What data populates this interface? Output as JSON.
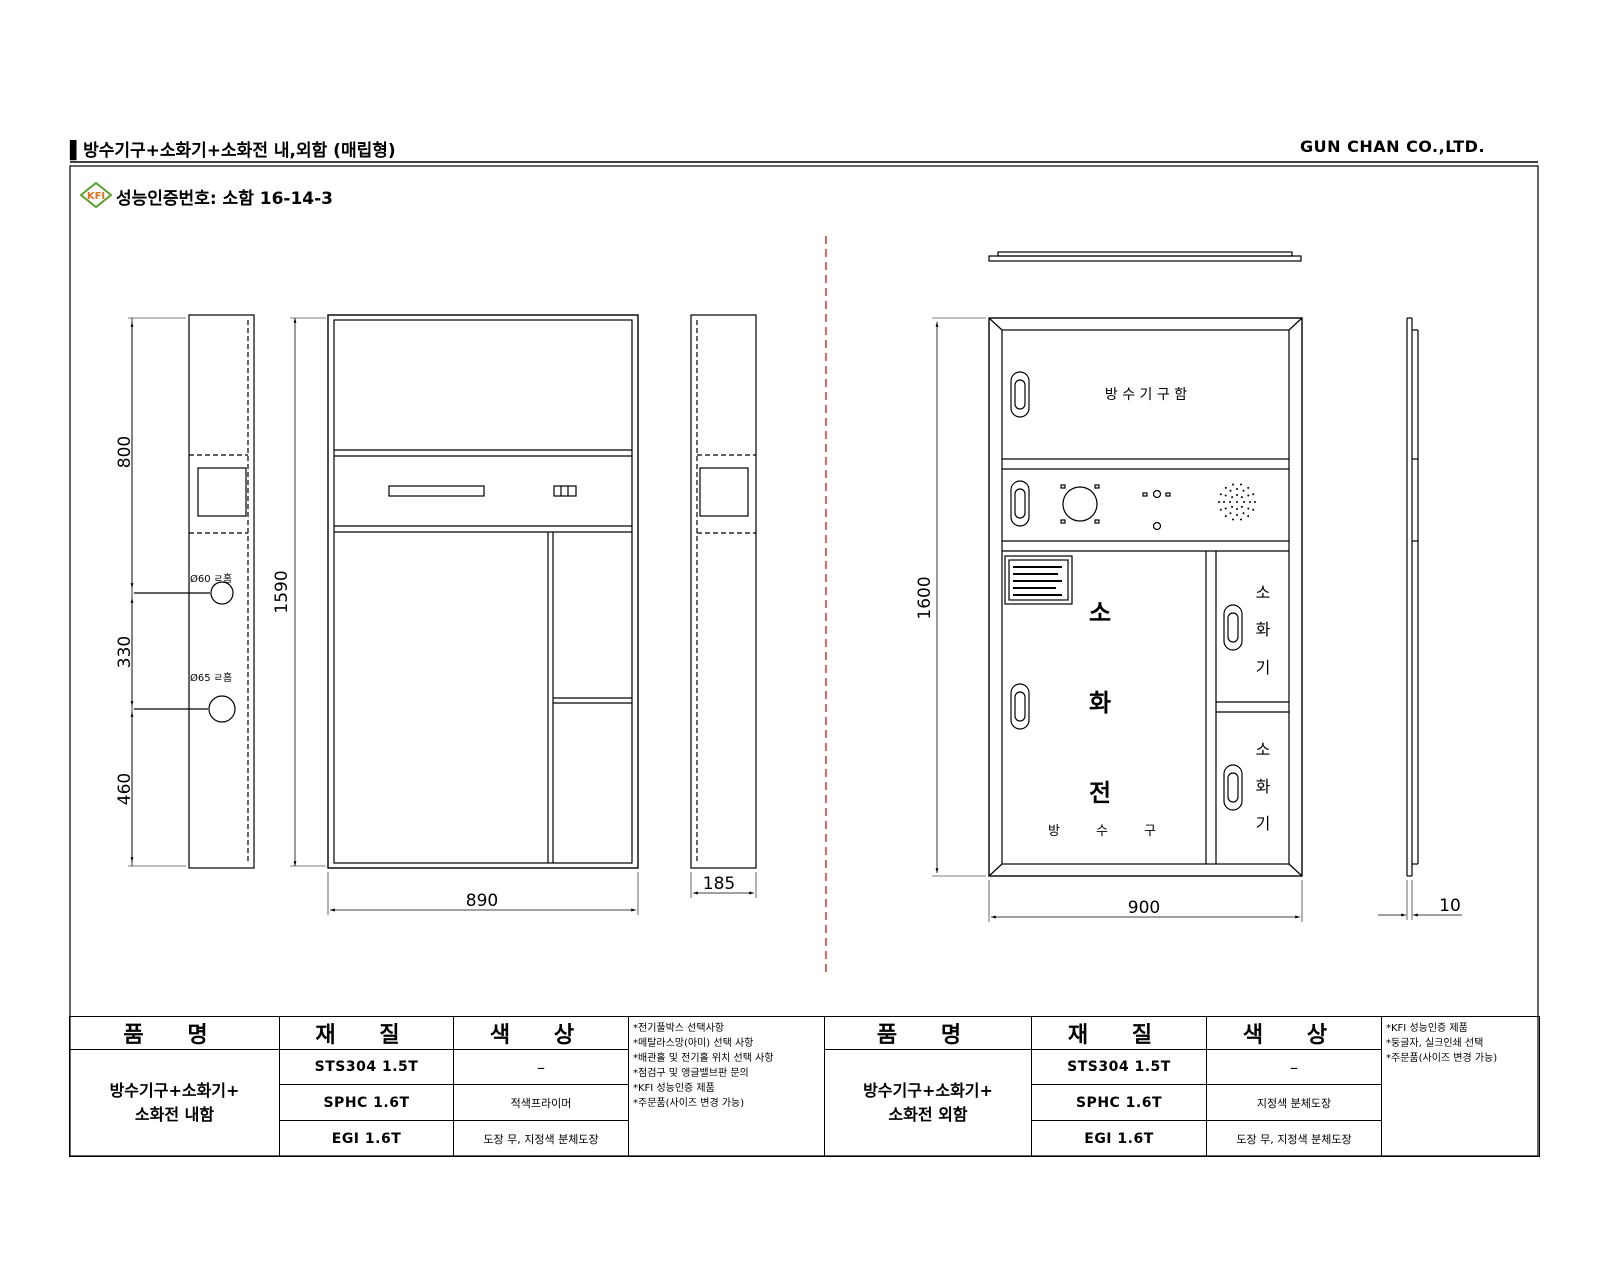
{
  "header": {
    "title": "▌방수기구+소화기+소화전 내,외함 (매립형)",
    "company": "GUN CHAN CO.,LTD.",
    "cert_logo": "KFI",
    "cert_text": "성능인증번호: 소함 16-14-3"
  },
  "inner_box": {
    "dims": {
      "h1": "800",
      "h2": "330",
      "h3": "460",
      "total_h": "1590",
      "width": "890",
      "depth": "185"
    },
    "hole1": "Ø60 ㄹ홈",
    "hole2": "Ø65 ㄹ홈"
  },
  "outer_box": {
    "dims": {
      "height": "1600",
      "width": "900",
      "thickness": "10"
    },
    "labels": {
      "top": "방 수 기 구 함",
      "main": [
        "소",
        "화",
        "전"
      ],
      "main_sub": [
        "방",
        "수",
        "구"
      ],
      "ext1": [
        "소",
        "화",
        "기"
      ],
      "ext2": [
        "소",
        "화",
        "기"
      ]
    }
  },
  "spec_table": {
    "headers": {
      "name": "품 명",
      "material": "재 질",
      "color": "색 상"
    },
    "left": {
      "name": "방수기구+소화기+\n소화전 내함",
      "rows": [
        {
          "material": "STS304 1.5T",
          "color": "–"
        },
        {
          "material": "SPHC 1.6T",
          "color": "적색프라이머"
        },
        {
          "material": "EGI 1.6T",
          "color": "도장 무, 지정색 분체도장"
        }
      ],
      "notes": [
        "*전기풀박스 선택사항",
        "*메탈라스망(아미) 선택 사항",
        "*배관홀 및 전기홀 위치 선택 사항",
        "*점검구 및 앵글밸브판 문의",
        "*KFI 성능인증 제품",
        "*주문품(사이즈 변경 가능)"
      ]
    },
    "right": {
      "name": "방수기구+소화기+\n소화전 외함",
      "rows": [
        {
          "material": "STS304 1.5T",
          "color": "–"
        },
        {
          "material": "SPHC 1.6T",
          "color": "지정색 분체도장"
        },
        {
          "material": "EGI 1.6T",
          "color": "도장 무, 지정색 분체도장"
        }
      ],
      "notes": [
        "*KFI 성능인증 제품",
        "*둥글자, 실크인쇄 선택",
        "*주문품(사이즈 변경 가능)"
      ]
    }
  },
  "colors": {
    "line": "#000000",
    "divider": "#cc0000",
    "logo_green": "#5aa02c",
    "logo_orange": "#e07020"
  }
}
